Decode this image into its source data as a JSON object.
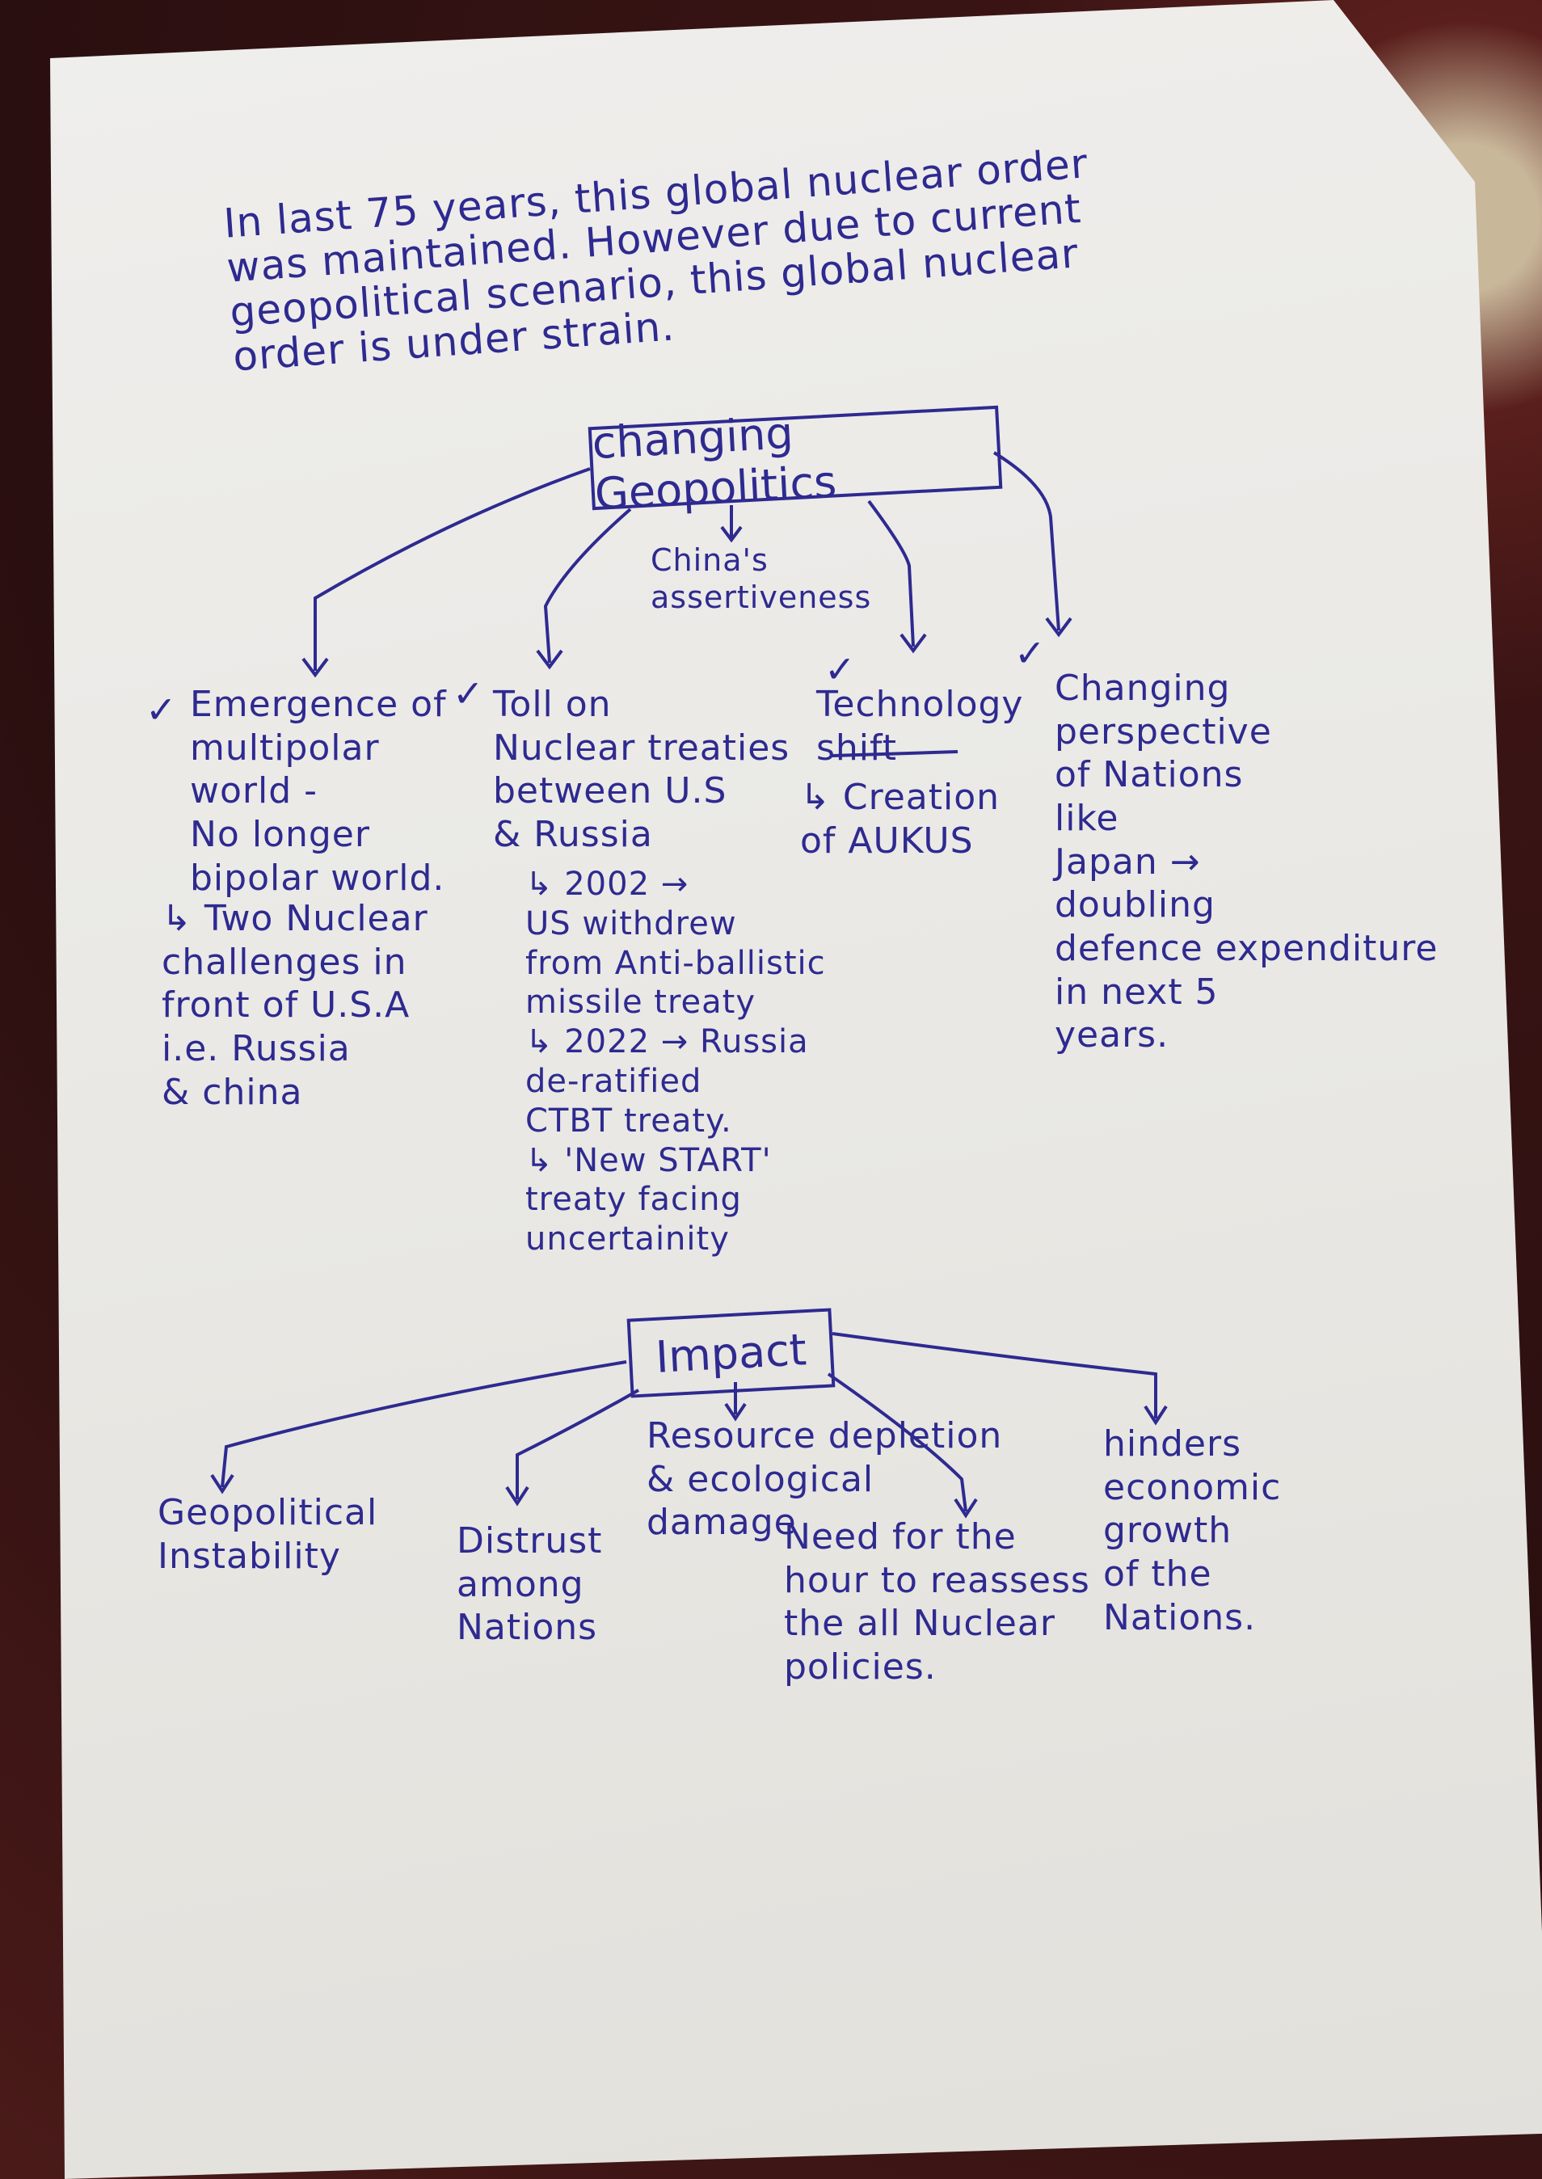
{
  "intro": "In last 75 years, this global nuclear order\nwas maintained. However due to current\ngeopolitical scenario, this global nuclear\norder is under strain.",
  "geopolitics": {
    "title": "changing Geopolitics",
    "center": "China's\nassertiveness",
    "branches": [
      {
        "head": "Emergence of\nmultipolar\nworld -\nNo longer\nbipolar world.",
        "sub": "↳ Two Nuclear\nchallenges in\nfront of U.S.A\ni.e. Russia\n& china"
      },
      {
        "head": "Toll on\nNuclear treaties\nbetween U.S\n& Russia",
        "sub": "↳ 2002 →\nUS withdrew\nfrom Anti-ballistic\nmissile treaty\n↳ 2022 → Russia\nde-ratified\nCTBT treaty.\n↳ 'New START'\ntreaty facing\nuncertainity"
      },
      {
        "head": "Technology\nshift",
        "sub": "↳ Creation\nof AUKUS"
      },
      {
        "head": "Changing\nperspective\nof Nations\nlike\nJapan →\ndoubling\ndefence expenditure\nin next 5\nyears."
      }
    ],
    "check_mark": "✓"
  },
  "impact": {
    "title": "Impact",
    "items": [
      "Geopolitical\nInstability",
      "Distrust\namong\nNations",
      "Resource depletion\n& ecological\ndamage",
      "Need for the\nhour to reassess\nthe all Nuclear\npolicies.",
      "hinders\neconomic\ngrowth\nof the\nNations."
    ]
  }
}
